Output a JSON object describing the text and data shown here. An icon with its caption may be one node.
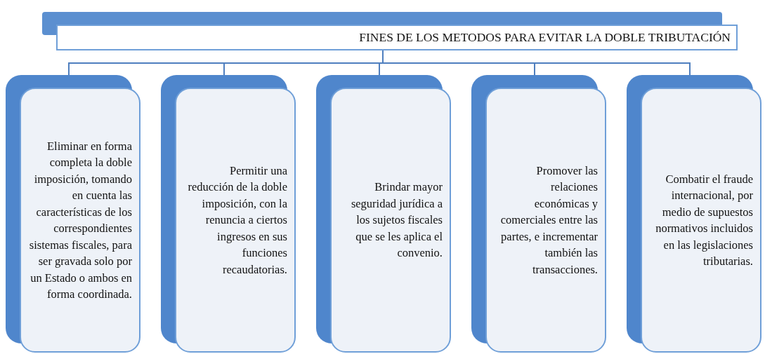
{
  "diagram": {
    "nodes": [
      {
        "text": [
          "FINES DE LOS METODOS PARA EVITAR LA DOBLE TRIBUTACIÓN"
        ]
      },
      {
        "text": [
          "Eliminar en forma completa la doble imposición, tomando en cuenta las características de los correspondientes sistemas fiscales, para ser gravada solo por un Estado o ambos en forma coordinada."
        ]
      },
      {
        "text": [
          "Permitir una reducción de la doble imposición, con la renuncia a ciertos ingresos en sus funciones recaudatorias."
        ]
      },
      {
        "text": [
          "Brindar mayor seguridad jurídica a los sujetos fiscales que se les aplica el convenio."
        ]
      },
      {
        "text": [
          "Promover las relaciones económicas y comerciales entre las partes, e incrementar también las transacciones."
        ]
      },
      {
        "text": [
          "Combatir el fraude internacional, por medio de supuestos normativos incluidos en las legislaciones tributarias."
        ]
      }
    ],
    "edges": [
      {
        "from": 0,
        "to": 1,
        "arrow": "none"
      },
      {
        "from": 0,
        "to": 2,
        "arrow": "none"
      },
      {
        "from": 0,
        "to": 3,
        "arrow": "none"
      },
      {
        "from": 0,
        "to": 4,
        "arrow": "none"
      },
      {
        "from": 0,
        "to": 5,
        "arrow": "none"
      }
    ]
  }
}
